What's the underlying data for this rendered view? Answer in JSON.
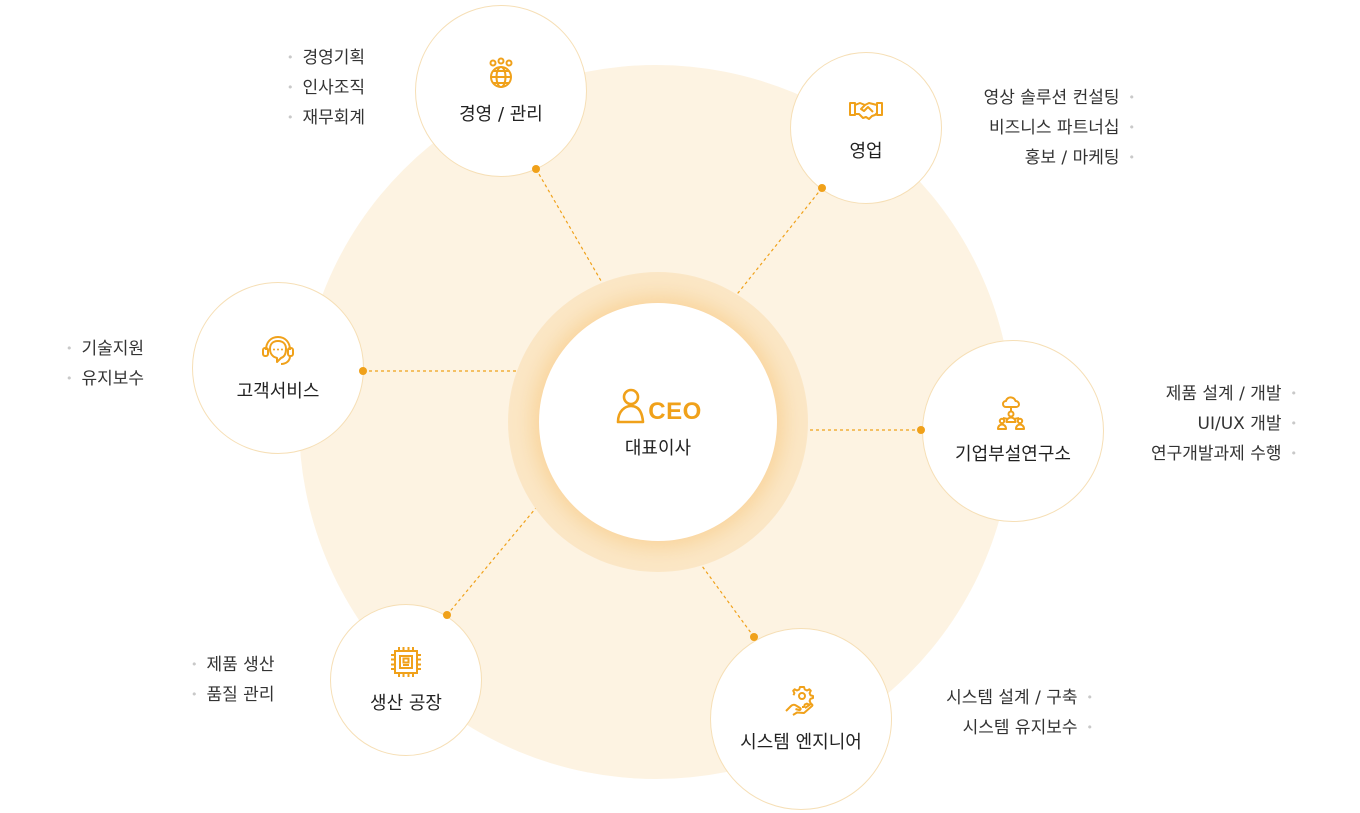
{
  "center": {
    "mark": "CEO",
    "label": "대표이사"
  },
  "nodes": {
    "management": {
      "name": "경영 / 관리",
      "icon": "globe-people-icon",
      "items": [
        "경영기획",
        "인사조직",
        "재무회계"
      ]
    },
    "sales": {
      "name": "영업",
      "icon": "handshake-icon",
      "items": [
        "영상 솔루션 컨설팅",
        "비즈니스 파트너십",
        "홍보 / 마케팅"
      ]
    },
    "customer_service": {
      "name": "고객서비스",
      "icon": "headset-icon",
      "items": [
        "기술지원",
        "유지보수"
      ]
    },
    "rnd": {
      "name": "기업부설연구소",
      "icon": "cloud-network-icon",
      "items": [
        "제품 설계 / 개발",
        "UI/UX 개발",
        "연구개발과제 수행"
      ]
    },
    "factory": {
      "name": "생산 공장",
      "icon": "chip-icon",
      "items": [
        "제품 생산",
        "품질 관리"
      ]
    },
    "system_engineer": {
      "name": "시스템 엔지니어",
      "icon": "gear-hand-icon",
      "items": [
        "시스템 설계 / 구축",
        "시스템 유지보수"
      ]
    }
  },
  "colors": {
    "accent": "#f0a11a",
    "background_circle": "#fdf3e2",
    "halo": "#fbe7c6",
    "node_border": "#f6dfb6"
  }
}
